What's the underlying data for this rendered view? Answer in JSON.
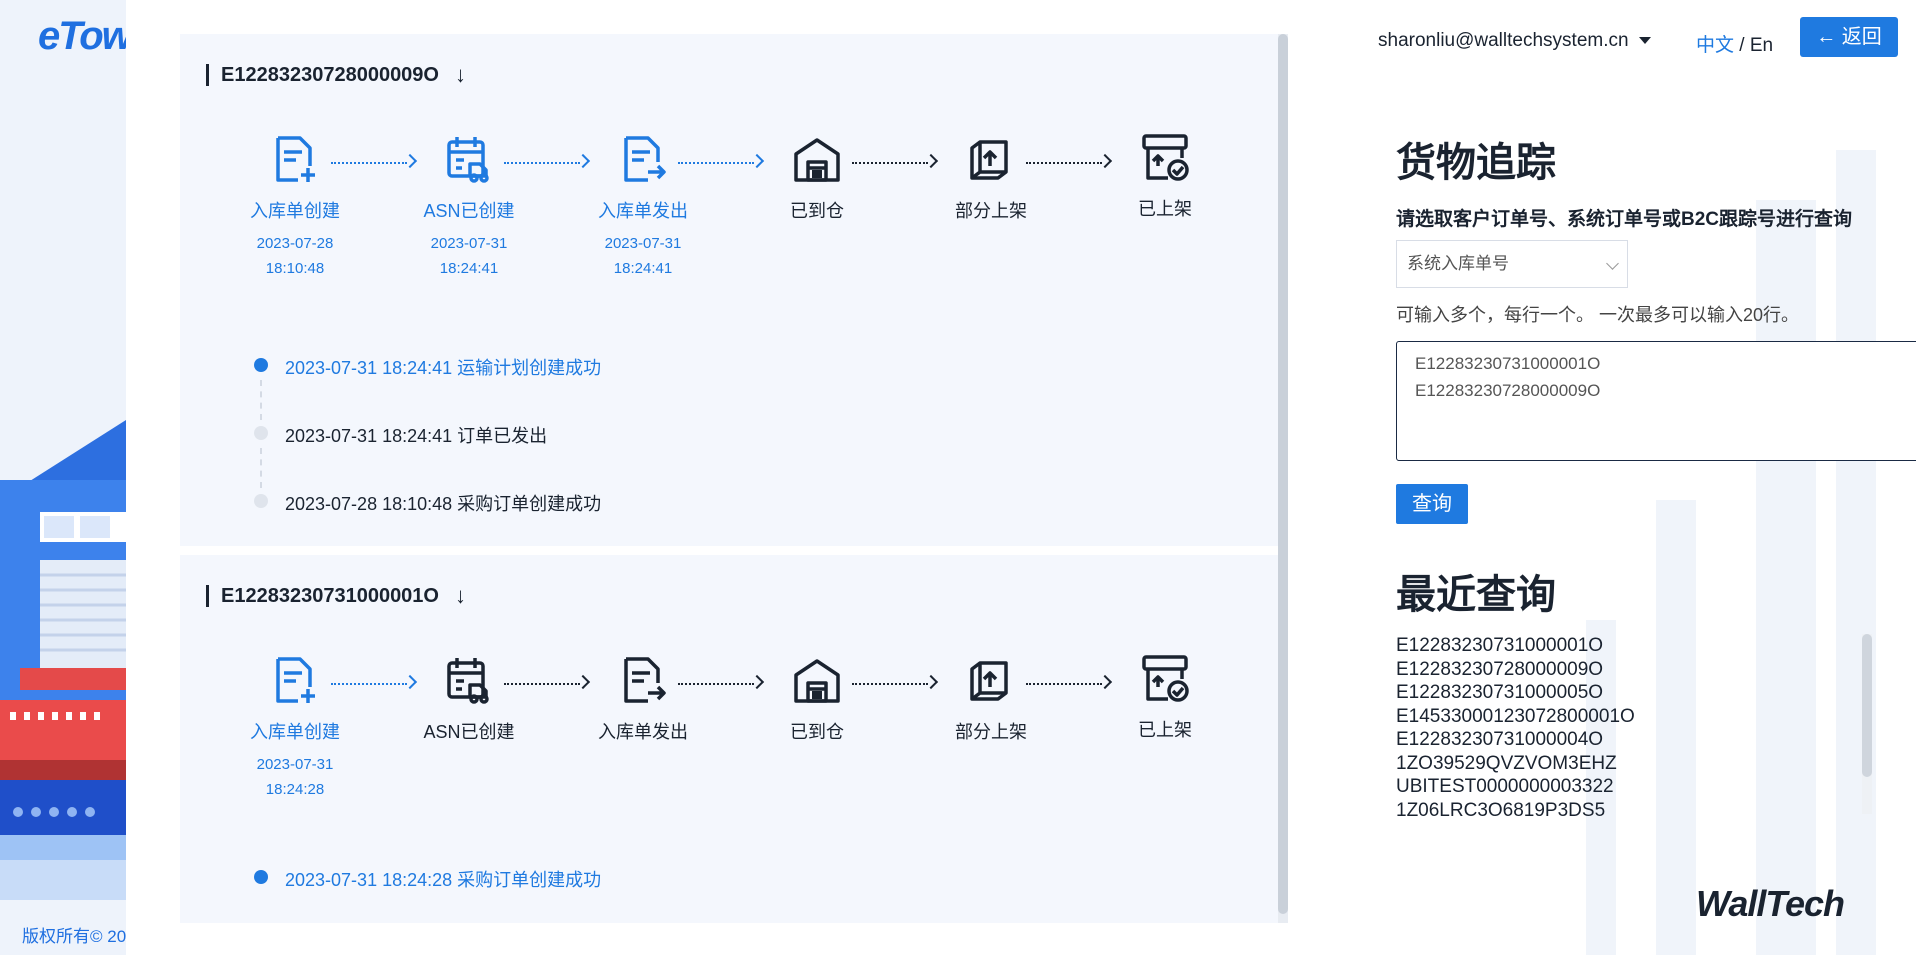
{
  "logo": {
    "text": "eTow"
  },
  "copyright": "版权所有© 20",
  "header": {
    "user": "sharonliu@walltechsystem.cn",
    "lang_zh": "中文",
    "lang_sep": " / ",
    "lang_en": "En",
    "back_label": "← 返回"
  },
  "orders": [
    {
      "id": "E12283230728000009O",
      "steps": [
        {
          "label": "入库单创建",
          "date": "2023-07-28",
          "time": "18:10:48",
          "done": true
        },
        {
          "label": "ASN已创建",
          "date": "2023-07-31",
          "time": "18:24:41",
          "done": true
        },
        {
          "label": "入库单发出",
          "date": "2023-07-31",
          "time": "18:24:41",
          "done": true
        },
        {
          "label": "已到仓",
          "done": false
        },
        {
          "label": "部分上架",
          "done": false
        },
        {
          "label": "已上架",
          "done": false
        }
      ],
      "events": [
        {
          "text": "2023-07-31 18:24:41 运输计划创建成功",
          "latest": true
        },
        {
          "text": "2023-07-31 18:24:41 订单已发出",
          "latest": false
        },
        {
          "text": "2023-07-28 18:10:48 采购订单创建成功",
          "latest": false
        }
      ]
    },
    {
      "id": "E12283230731000001O",
      "steps": [
        {
          "label": "入库单创建",
          "date": "2023-07-31",
          "time": "18:24:28",
          "done": true
        },
        {
          "label": "ASN已创建",
          "done": false
        },
        {
          "label": "入库单发出",
          "done": false
        },
        {
          "label": "已到仓",
          "done": false
        },
        {
          "label": "部分上架",
          "done": false
        },
        {
          "label": "已上架",
          "done": false
        }
      ],
      "events": [
        {
          "text": "2023-07-31 18:24:28 采购订单创建成功",
          "latest": true
        }
      ]
    }
  ],
  "tracking": {
    "title": "货物追踪",
    "subtitle": "请选取客户订单号、系统订单号或B2C跟踪号进行查询",
    "select_value": "系统入库单号",
    "hint": "可输入多个，每行一个。 一次最多可以输入20行。",
    "input_lines": [
      "E12283230731000001O",
      "E12283230728000009O"
    ],
    "query_label": "查询"
  },
  "recent": {
    "title": "最近查询",
    "items": [
      "E12283230731000001O",
      "E12283230728000009O",
      "E12283230731000005O",
      "E14533000123072800001O",
      "E12283230731000004O",
      "1ZO39529QVZVOM3EHZ",
      "UBITEST0000000003322",
      "1Z06LRC3O6819P3DS5"
    ]
  },
  "brand": "WallTech",
  "colors": {
    "accent": "#1f7ae0",
    "text": "#1a2330",
    "card_bg": "#f4f7fd"
  },
  "icons": [
    "document-plus-icon",
    "calendar-truck-icon",
    "document-send-icon",
    "warehouse-icon",
    "shelve-partial-icon",
    "shelved-check-icon"
  ]
}
